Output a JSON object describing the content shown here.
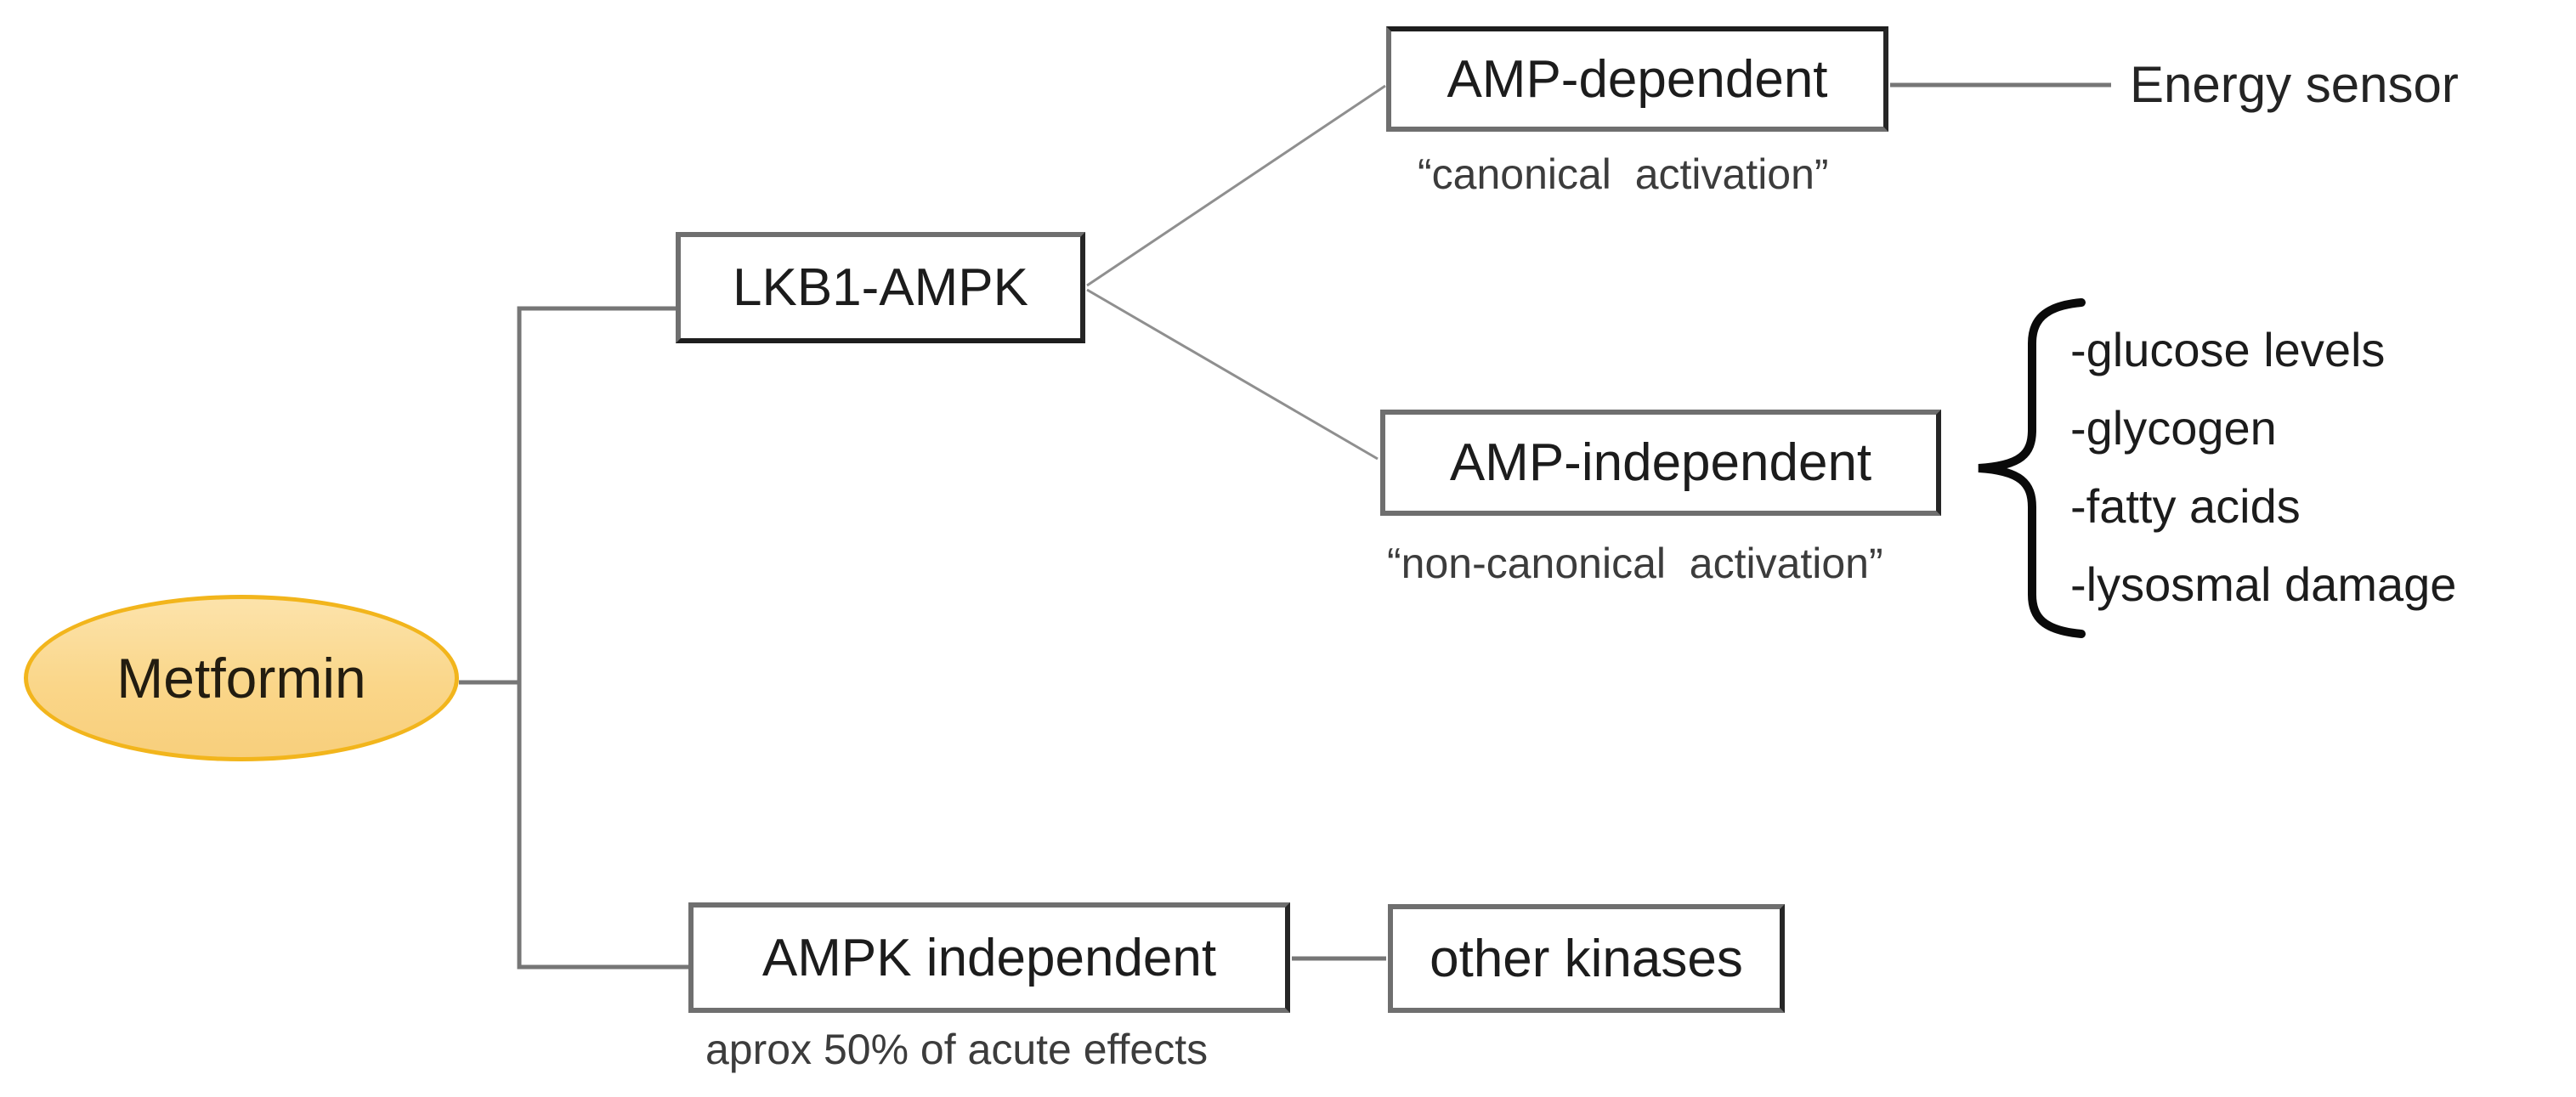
{
  "diagram": {
    "root": {
      "label": "Metformin"
    },
    "lkb1_ampk": {
      "label": "LKB1-AMPK"
    },
    "amp_dependent": {
      "label": "AMP-dependent",
      "caption": "“canonical  activation”",
      "outcome": "Energy sensor"
    },
    "amp_independent": {
      "label": "AMP-independent",
      "caption": "“non-canonical  activation”",
      "factors": [
        "-glucose levels",
        "-glycogen",
        "-fatty acids",
        "-lysosmal damage"
      ]
    },
    "ampk_independent": {
      "label": "AMPK independent",
      "caption": "aprox 50% of acute effects",
      "outcome": "other kinases"
    },
    "colors": {
      "ellipse_fill": "#fad689",
      "ellipse_border": "#f2b51c",
      "connector": "#767676",
      "diagonal": "#8f8f8f",
      "box_border": "#6f6f6f",
      "box_border_dark": "#262626",
      "text": "#1c1c1c",
      "caption_text": "#3c3c3c",
      "brace": "#0a0a0a",
      "background": "#ffffff"
    }
  }
}
